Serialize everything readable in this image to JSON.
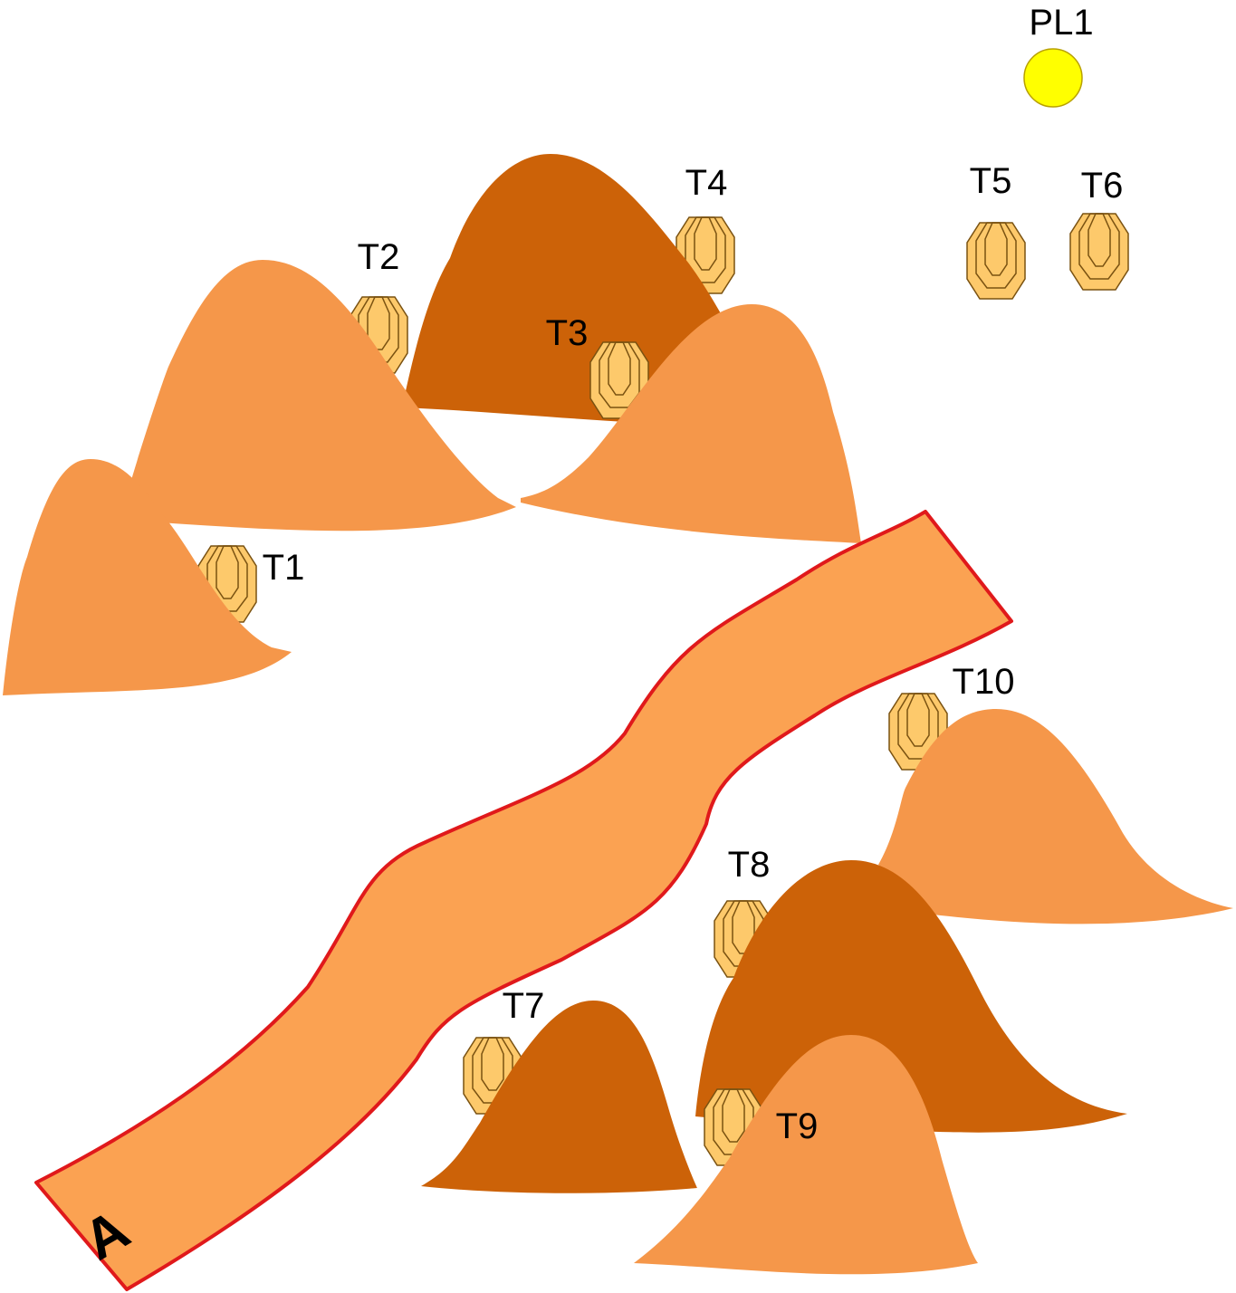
{
  "colors": {
    "hill_light": "#F5974A",
    "hill_dark": "#CC6208",
    "path_fill": "#FBA252",
    "path_border": "#E0191B",
    "target_fill": "#FDC96B",
    "target_stroke": "#7A5211",
    "marker_fill": "#FFFF00",
    "marker_stroke": "#B8A000"
  },
  "start": {
    "label": "A",
    "icon": "start-path"
  },
  "marker": {
    "label": "PL1",
    "icon": "yellow-circle-marker"
  },
  "targets": [
    {
      "id": "T1",
      "label": "T1",
      "icon": "target-icon"
    },
    {
      "id": "T2",
      "label": "T2",
      "icon": "target-icon"
    },
    {
      "id": "T3",
      "label": "T3",
      "icon": "target-icon"
    },
    {
      "id": "T4",
      "label": "T4",
      "icon": "target-icon"
    },
    {
      "id": "T5",
      "label": "T5",
      "icon": "target-icon"
    },
    {
      "id": "T6",
      "label": "T6",
      "icon": "target-icon"
    },
    {
      "id": "T7",
      "label": "T7",
      "icon": "target-icon"
    },
    {
      "id": "T8",
      "label": "T8",
      "icon": "target-icon"
    },
    {
      "id": "T9",
      "label": "T9",
      "icon": "target-icon"
    },
    {
      "id": "T10",
      "label": "T10",
      "icon": "target-icon"
    }
  ]
}
